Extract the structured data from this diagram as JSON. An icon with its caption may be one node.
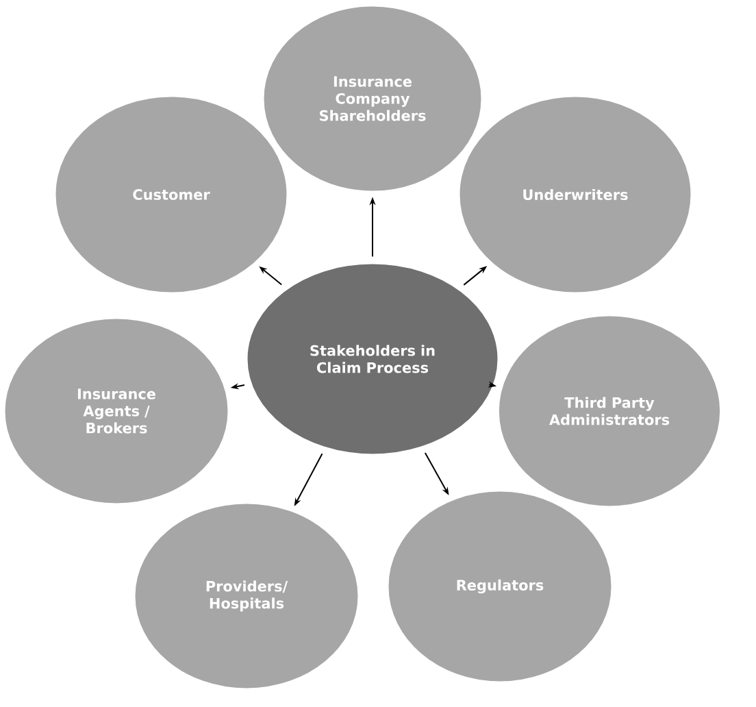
{
  "diagram": {
    "nodes": [
      {
        "text": [
          "Stakeholders in Claim Process"
        ]
      },
      {
        "text": [
          "Insurance Company Shareholders"
        ]
      },
      {
        "text": [
          "Customer"
        ]
      },
      {
        "text": [
          "Underwriters"
        ]
      },
      {
        "text": [
          "Insurance Agents / Brokers"
        ]
      },
      {
        "text": [
          "Third Party Administrators"
        ]
      },
      {
        "text": [
          "Providers/ Hospitals"
        ]
      },
      {
        "text": [
          "Regulators"
        ]
      }
    ],
    "edges": [
      {
        "from": 0,
        "to": 1,
        "arrow": "to"
      },
      {
        "from": 0,
        "to": 2,
        "arrow": "to"
      },
      {
        "from": 0,
        "to": 3,
        "arrow": "to"
      },
      {
        "from": 0,
        "to": 4,
        "arrow": "to"
      },
      {
        "from": 0,
        "to": 5,
        "arrow": "to"
      },
      {
        "from": 0,
        "to": 6,
        "arrow": "to"
      },
      {
        "from": 0,
        "to": 7,
        "arrow": "to"
      }
    ]
  }
}
